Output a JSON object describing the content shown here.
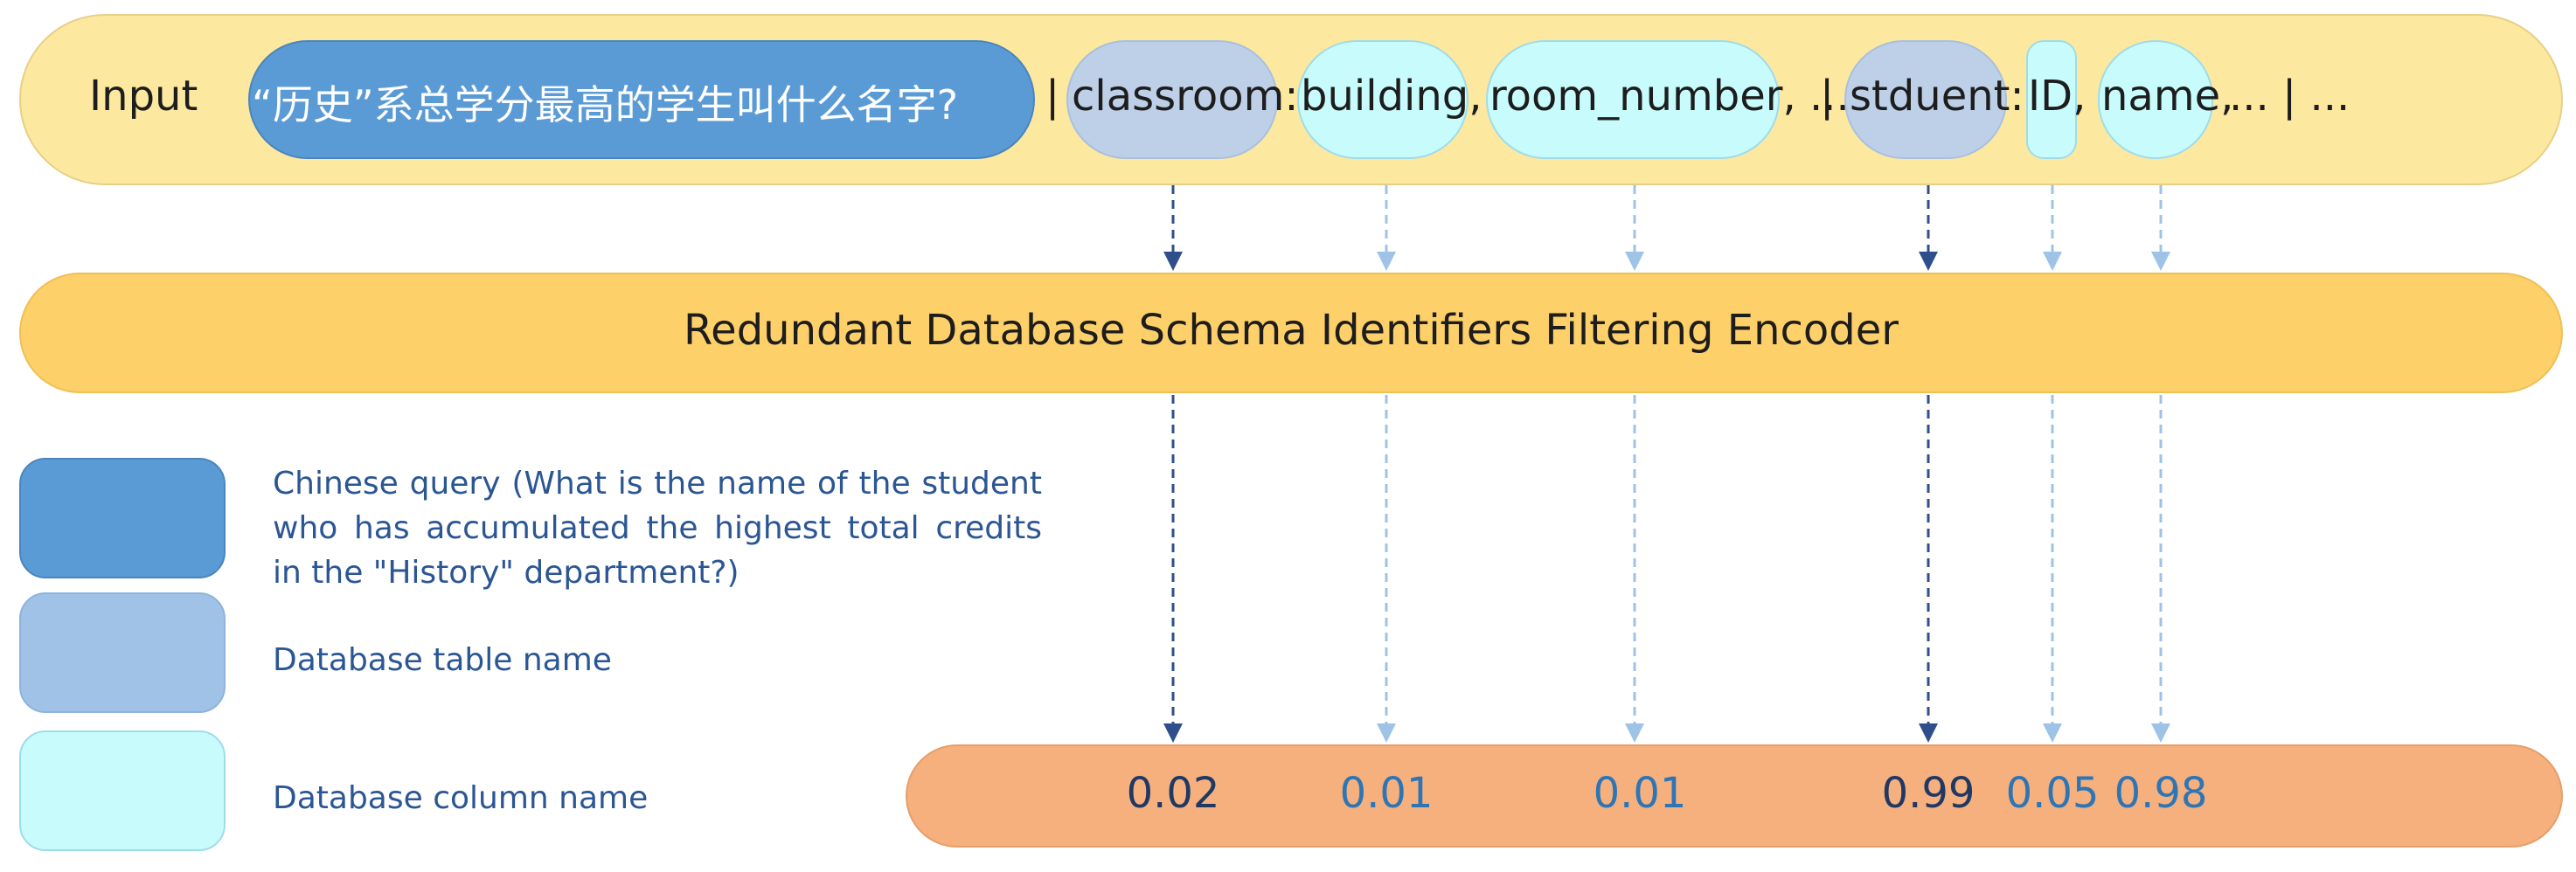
{
  "colors": {
    "query": "#5b9bd5",
    "table": "#bdd0e8",
    "column": "#c8fcfc",
    "input_bar": "#fde8a0",
    "encoder": "#fed06a",
    "output_bar": "#f5b07e",
    "arrow_dark": "#2f4f8c",
    "arrow_light": "#9ec3e6",
    "score_dark": "#1f3864",
    "score_light": "#2e75b6"
  },
  "input": {
    "label": "Input",
    "query": "“历史”系总学分最高的学生叫什么名字?",
    "sep1": "|",
    "table1": "classroom:",
    "col1": "building,",
    "col2": "room_number, ...",
    "sep2": "|",
    "table2": "stduent:",
    "col3": "ID,",
    "col4": "name,",
    "tail": "... | ..."
  },
  "encoder": {
    "label": "Redundant Database Schema Identifiers Filtering Encoder"
  },
  "scores": [
    {
      "value": "0.02",
      "strength": "dark"
    },
    {
      "value": "0.01",
      "strength": "light"
    },
    {
      "value": "0.01",
      "strength": "light"
    },
    {
      "value": "0.99",
      "strength": "dark"
    },
    {
      "value": "0.05",
      "strength": "light"
    },
    {
      "value": "0.98",
      "strength": "light"
    }
  ],
  "legend": {
    "query": "Chinese query    (What is the name of the student who has accumulated the highest total credits in the \"History\" department?)",
    "table": "Database table name",
    "column": "Database column name"
  }
}
